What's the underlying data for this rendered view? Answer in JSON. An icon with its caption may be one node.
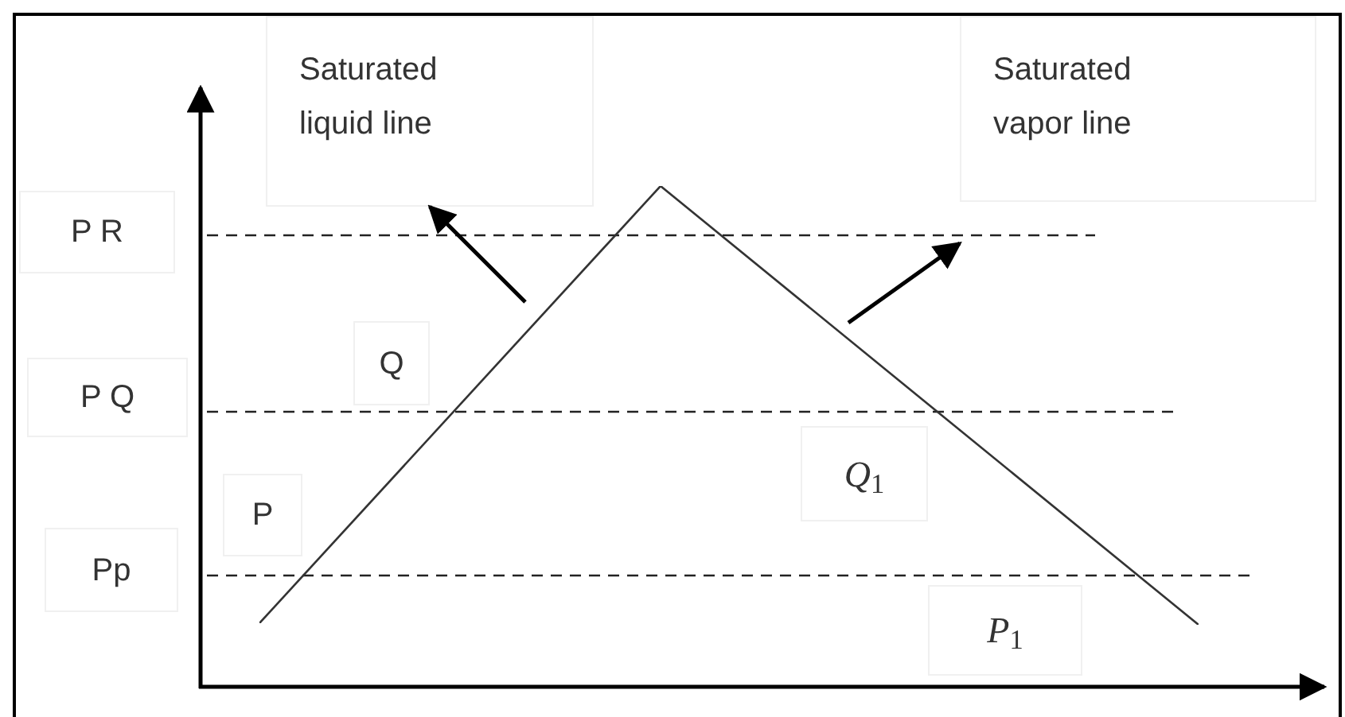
{
  "diagram": {
    "nodes": [
      {
        "text": [
          "Saturated liquid line"
        ]
      },
      {
        "text": [
          "Saturated vapor line"
        ]
      },
      {
        "text": [],
        "shape": "line"
      },
      {
        "text": [],
        "shape": "line"
      }
    ],
    "edges": [
      {
        "from": 2,
        "to": 0,
        "arrow": "to"
      },
      {
        "from": 3,
        "to": 1,
        "arrow": "to"
      }
    ],
    "labels": [
      "P R",
      "P Q",
      "Pp",
      "Q",
      "P",
      "*Q*$_{1}$",
      "*P*$_{1}$"
    ]
  }
}
